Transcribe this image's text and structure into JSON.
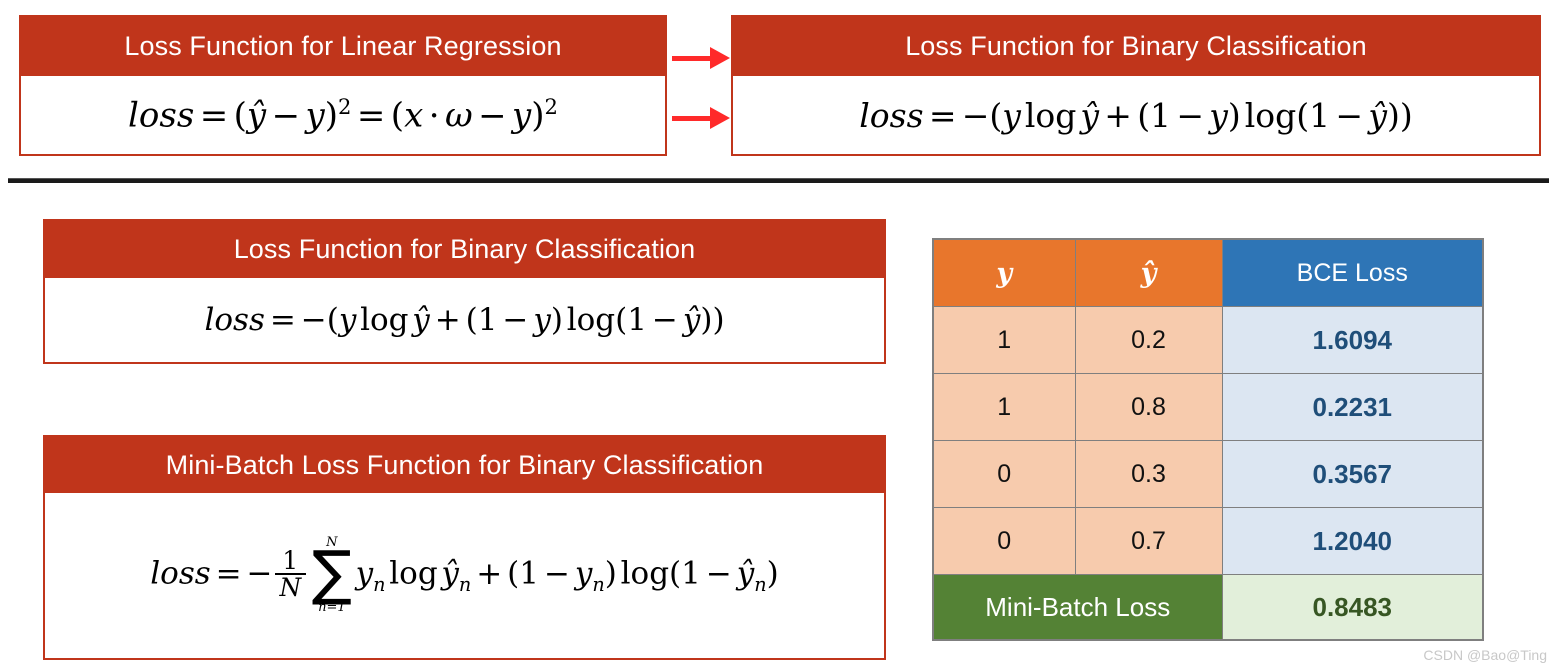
{
  "top_row": {
    "linear_card": {
      "title": "Loss Function for Linear Regression",
      "formula_text": "loss = (ŷ − y)² = (x · ω − y)²"
    },
    "binary_card": {
      "title": "Loss Function for Binary Classification",
      "formula_text": "loss = −(y log ŷ + (1 − y) log(1 − ŷ))"
    },
    "arrows": [
      "arrow-right",
      "arrow-right"
    ]
  },
  "mid_card": {
    "title": "Loss Function for Binary Classification",
    "formula_text": "loss = −(y log ŷ + (1 − y) log(1 − ŷ))"
  },
  "minibatch_card": {
    "title": "Mini-Batch Loss Function for Binary Classification",
    "formula_text": "loss = −(1/N) Σ_{n=1}^{N} y_n log ŷ_n + (1 − y_n) log(1 − ŷ_n)"
  },
  "chart_data": {
    "type": "table",
    "title": "BCE Loss per sample with Mini-Batch Loss",
    "columns": [
      "y",
      "ŷ",
      "BCE Loss"
    ],
    "rows": [
      {
        "y": "1",
        "yhat": "0.2",
        "bce": "1.6094"
      },
      {
        "y": "1",
        "yhat": "0.8",
        "bce": "0.2231"
      },
      {
        "y": "0",
        "yhat": "0.3",
        "bce": "0.3567"
      },
      {
        "y": "0",
        "yhat": "0.7",
        "bce": "1.2040"
      }
    ],
    "summary": {
      "label": "Mini-Batch Loss",
      "value": "0.8483"
    },
    "y_values": [
      1,
      1,
      0,
      0
    ],
    "yhat_values": [
      0.2,
      0.8,
      0.3,
      0.7
    ],
    "bce_values": [
      1.6094,
      0.2231,
      0.3567,
      1.204
    ],
    "mini_batch_loss": 0.8483
  },
  "colors": {
    "header_red": "#C0351B",
    "arrow_red": "#FF2A2A",
    "table_header_orange": "#E8762C",
    "table_header_blue": "#2E75B6",
    "cell_peach": "#F7CBAD",
    "cell_light_blue": "#DCE6F2",
    "summary_green": "#548235",
    "summary_light_green": "#E2EFDA",
    "divider_black": "#1A1A1A"
  },
  "watermark": {
    "text": "CSDN @Bao@Ting"
  }
}
